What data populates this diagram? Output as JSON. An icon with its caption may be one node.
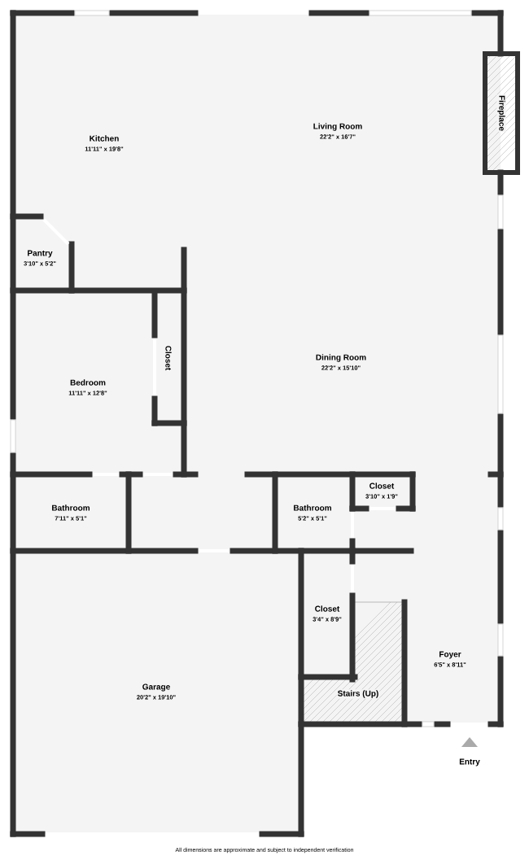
{
  "diagram": {
    "caption": "All dimensions are approximate and subject to independent verification",
    "nodes": [
      {
        "text": [
          "Kitchen",
          "11'11\" x 19'8\""
        ]
      },
      {
        "text": [
          "Living Room",
          "22'2\" x 16'7\""
        ]
      },
      {
        "text": [
          "Fireplace"
        ]
      },
      {
        "text": [
          "Pantry",
          "3'10\" x 5'2\""
        ]
      },
      {
        "text": [
          "Dining Room",
          "22'2\" x 15'10\""
        ]
      },
      {
        "text": [
          "Closet"
        ]
      },
      {
        "text": [
          "Bedroom",
          "11'11\" x 12'8\""
        ]
      },
      {
        "text": [
          "Closet",
          "3'10\" x 1'9\""
        ]
      },
      {
        "text": [
          "Bathroom",
          "7'11\" x 5'1\""
        ]
      },
      {
        "text": [
          "Bathroom",
          "5'2\" x 5'1\""
        ]
      },
      {
        "text": [
          "Closet",
          "3'4\" x 8'9\""
        ]
      },
      {
        "text": [
          "Foyer",
          "6'5\" x 8'11\""
        ]
      },
      {
        "text": [
          "Garage",
          "20'2\" x 19'10\""
        ]
      },
      {
        "text": [
          "Stairs (Up)"
        ]
      }
    ],
    "labels": [
      "Entry"
    ]
  }
}
